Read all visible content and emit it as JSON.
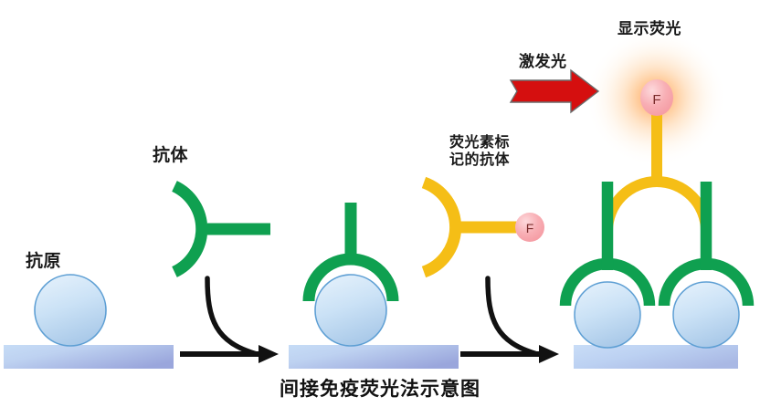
{
  "figure": {
    "title": "间接免疫荧光法示意图",
    "background": "#ffffff"
  },
  "colors": {
    "antibody_green": "#0FA050",
    "antibody_yellow": "#F5BE16",
    "fluorophore_pink": "#F7A8AE",
    "excitation_red": "#D50F0F",
    "arrow_black": "#111111",
    "antigen_fill_top": "#cfe4f7",
    "antigen_fill_bottom": "#a9c9e8",
    "antigen_stroke": "#5e9fd4",
    "substrate_left": "#bcd4f0",
    "substrate_right": "#9aa8dd",
    "glow_orange": "#ff8a2a",
    "text": "#1a1a1a"
  },
  "labels": {
    "antigen": "抗原",
    "antibody": "抗体",
    "fluorescein_labeled_antibody": "荧光素标\n记的抗体",
    "excitation_light": "激发光",
    "show_fluorescence": "显示荧光",
    "fluorophore_symbol": "F"
  },
  "panels": [
    {
      "name": "panel-1-antigen-on-substrate",
      "caption_label": "抗原",
      "items": [
        "antigen-sphere",
        "substrate-bar"
      ]
    },
    {
      "name": "panel-2-free-antibody",
      "caption_label": "抗体",
      "items": [
        "green-antibody"
      ]
    },
    {
      "name": "panel-3-antibody-bound-antigen",
      "items": [
        "green-antibody",
        "antigen-sphere",
        "substrate-bar"
      ]
    },
    {
      "name": "panel-4-fluorescein-labeled-antibody",
      "caption_label": "荧光素标\n记的抗体",
      "items": [
        "yellow-antibody",
        "fluorophore-sphere"
      ]
    },
    {
      "name": "panel-5-complex-emitting-fluorescence",
      "caption_label": "显示荧光",
      "items": [
        "two-antigen-spheres",
        "two-green-antibodies",
        "yellow-antibody",
        "fluorophore-sphere",
        "glow",
        "substrate-bar"
      ]
    }
  ],
  "arrows": [
    {
      "name": "step-arrow-1",
      "style": "curved-black",
      "direction": "right"
    },
    {
      "name": "step-arrow-2",
      "style": "curved-black",
      "direction": "right"
    },
    {
      "name": "excitation-arrow",
      "style": "block-red",
      "direction": "right",
      "label": "激发光"
    }
  ]
}
